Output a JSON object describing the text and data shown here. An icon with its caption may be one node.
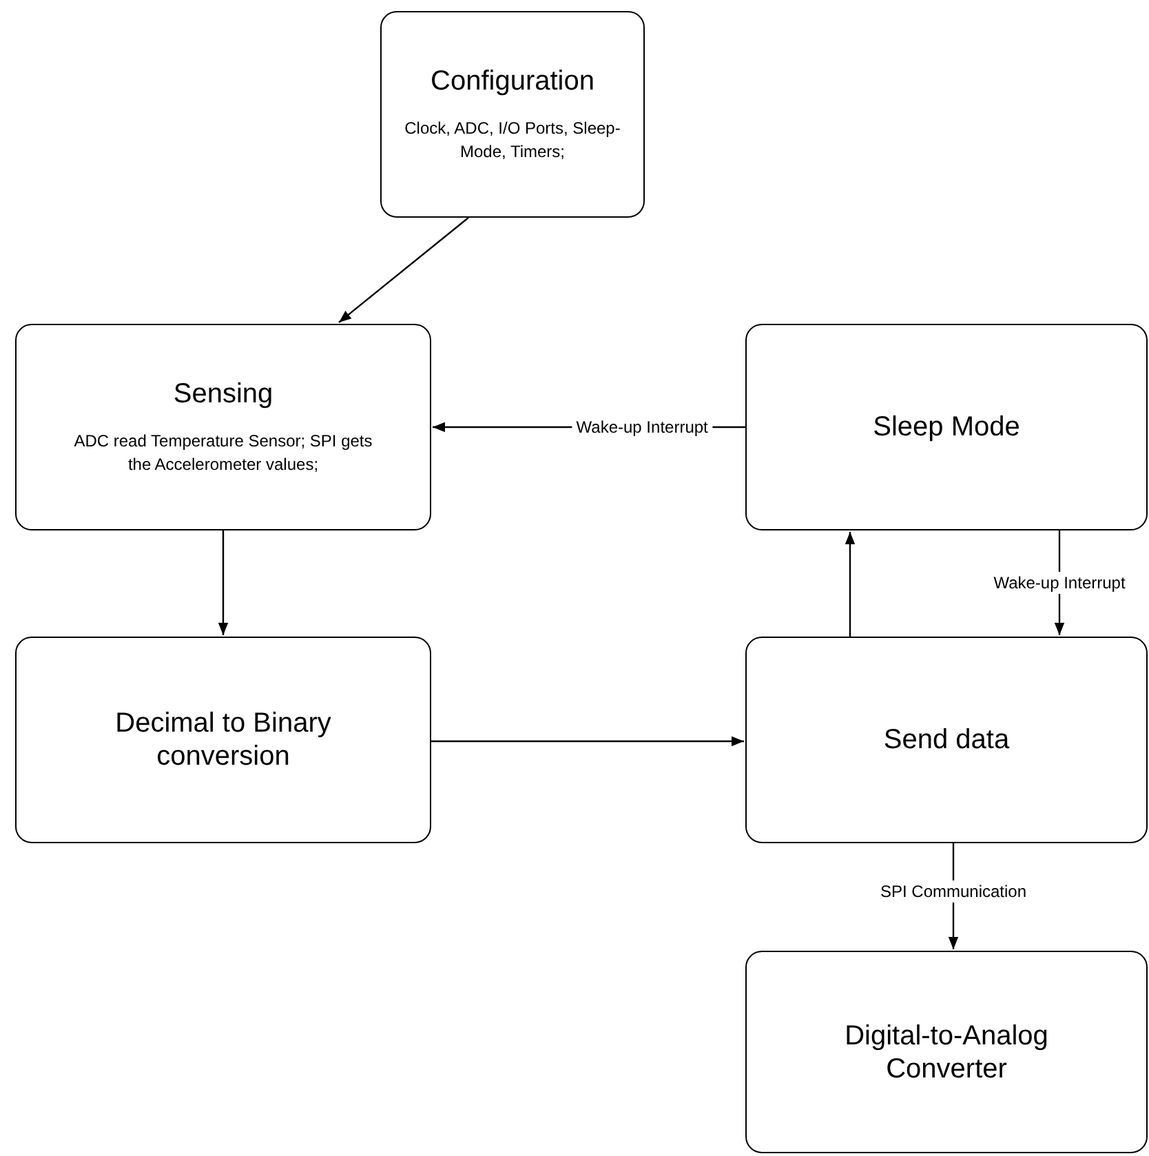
{
  "diagram": {
    "nodes": [
      {
        "text": [
          "Configuration",
          "Clock, ADC, I/O Ports, Sleep-Mode, Timers;"
        ]
      },
      {
        "text": [
          "Sensing",
          "ADC read Temperature Sensor; SPI gets the Accelerometer values;"
        ]
      },
      {
        "text": [
          "Decimal to Binary conversion"
        ]
      },
      {
        "text": [
          "Sleep Mode"
        ]
      },
      {
        "text": [
          "Send data"
        ]
      },
      {
        "text": [
          "Digital-to-Analog Converter"
        ]
      }
    ],
    "edges": [
      {
        "from": 0,
        "to": 1,
        "arrow": "to"
      },
      {
        "from": 3,
        "to": 1,
        "arrow": "to",
        "label": "Wake-up Interrupt"
      },
      {
        "from": 1,
        "to": 2,
        "arrow": "to"
      },
      {
        "from": 2,
        "to": 4,
        "arrow": "to"
      },
      {
        "from": 4,
        "to": 3,
        "arrow": "to"
      },
      {
        "from": 3,
        "to": 4,
        "arrow": "to",
        "label": "Wake-up Interrupt"
      },
      {
        "from": 4,
        "to": 5,
        "arrow": "to",
        "label": "SPI Communication"
      }
    ]
  }
}
